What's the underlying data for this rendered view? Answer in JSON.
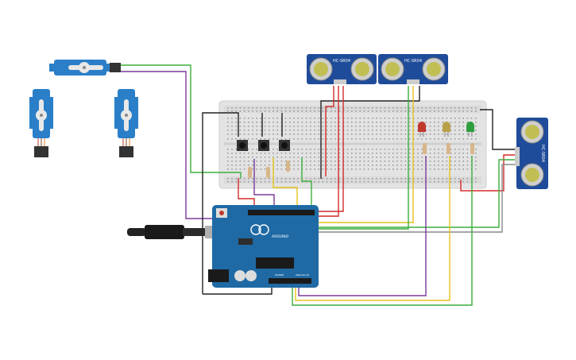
{
  "canvas": {
    "background": "#ffffff"
  },
  "components": {
    "ultrasonic": [
      {
        "id": "us-top-1",
        "label": "HC-SR04"
      },
      {
        "id": "us-top-2",
        "label": "HC-SR04"
      },
      {
        "id": "us-side",
        "label": "HC-SR04"
      }
    ],
    "arduino": {
      "brand": "ARDUINO",
      "power_label": "POWER",
      "analog_label": "ANALOG IN"
    },
    "leds": [
      {
        "color_name": "red",
        "color": "#c0392b"
      },
      {
        "color_name": "yellow",
        "color": "#b8a04a"
      },
      {
        "color_name": "green",
        "color": "#2e9e3e"
      }
    ],
    "servos": [
      {
        "orientation": "horizontal"
      },
      {
        "orientation": "vertical"
      },
      {
        "orientation": "vertical"
      }
    ],
    "pushbuttons": 3
  },
  "colors": {
    "wire_green": "#3cae3c",
    "wire_purple": "#7b3a9a",
    "wire_red": "#d32a2a",
    "wire_black": "#222222",
    "wire_yellow": "#e6c21a",
    "wire_gray": "#8a8a8a",
    "board_blue": "#1f6aa5",
    "sensor_blue": "#1f4c9a",
    "servo_blue": "#2a7fc8",
    "breadboard": "#e6e6e6"
  }
}
